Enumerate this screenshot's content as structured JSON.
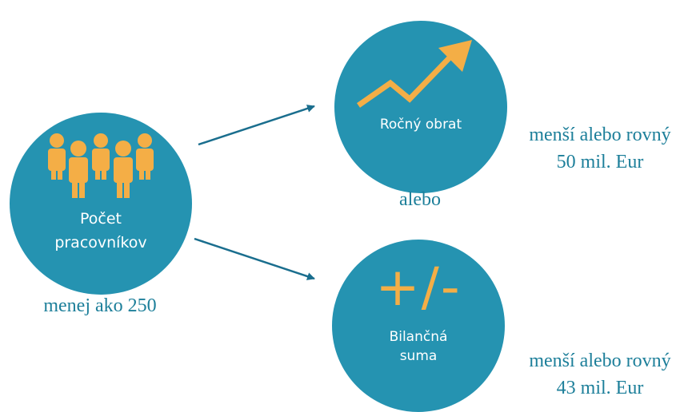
{
  "nodes": {
    "employees": {
      "label": "Počet\npracovníkov",
      "condition": "menej ako 250",
      "icon": "people-group-icon"
    },
    "turnover": {
      "label": "Ročný obrat",
      "condition": "menší alebo rovný\n50 mil. Eur",
      "icon": "rising-trend-arrow-icon"
    },
    "balance": {
      "label": "Bilančná\nsuma",
      "condition": "menší alebo rovný\n43 mil. Eur",
      "symbol": "+/-",
      "icon": "plus-minus-icon"
    }
  },
  "connector": "alebo",
  "colors": {
    "circle": "#2593b1",
    "icon": "#f4ae46",
    "text": "#1d7f9a",
    "arrow": "#1a6e8e"
  }
}
